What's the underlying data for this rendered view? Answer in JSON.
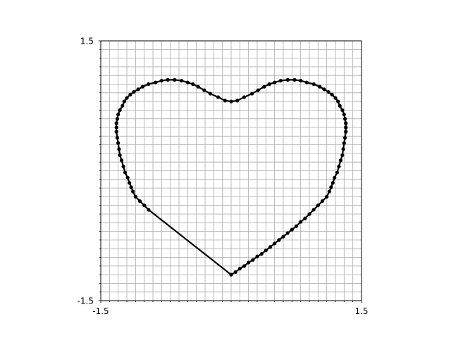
{
  "chart_data": {
    "type": "scatter",
    "title": "",
    "xlabel": "",
    "ylabel": "",
    "xlim": [
      -1.5,
      1.5
    ],
    "ylim": [
      -1.5,
      1.5
    ],
    "grid": true,
    "grid_minor_step": 0.1,
    "line_color": "#000000",
    "point_color": "#000000",
    "grid_color": "#aaaaaa",
    "tick_labels": {
      "x": [
        {
          "value": -1.5,
          "label": "-1.5"
        },
        {
          "value": 1.5,
          "label": "1.5"
        }
      ],
      "y": [
        {
          "value": -1.5,
          "label": "-1.5"
        },
        {
          "value": 1.5,
          "label": "1.5"
        }
      ]
    },
    "series": [
      {
        "connected": true,
        "closed": true,
        "point_count": 100,
        "x": [
          0,
          0.05,
          0.1,
          0.15,
          0.2,
          0.25,
          0.3,
          0.35,
          0.4,
          0.45,
          0.5,
          0.55,
          0.6,
          0.65,
          0.7,
          0.75,
          0.8,
          0.85,
          0.9,
          0.95,
          1.0,
          1.05,
          1.1,
          1.13,
          1.15,
          1.17,
          1.19,
          1.22,
          1.24,
          1.26,
          1.28,
          1.29,
          1.3,
          1.31,
          1.32,
          1.32,
          1.32,
          1.31,
          1.3,
          1.28,
          1.25,
          1.23,
          1.2,
          1.16,
          1.12,
          1.07,
          1.02,
          0.95,
          0.87,
          0.8,
          0.73,
          0.65,
          0.57,
          0.5,
          0.44,
          0.38,
          0.31,
          0.24,
          0.15,
          0.07,
          0,
          -0.07,
          -0.15,
          -0.24,
          -0.31,
          -0.38,
          -0.44,
          -0.5,
          -0.57,
          -0.65,
          -0.73,
          -0.8,
          -0.87,
          -0.95,
          -1.02,
          -1.07,
          -1.12,
          -1.16,
          -1.2,
          -1.23,
          -1.25,
          -1.28,
          -1.3,
          -1.31,
          -1.32,
          -1.32,
          -1.32,
          -1.31,
          -1.3,
          -1.29,
          -1.28,
          -1.26,
          -1.24,
          -1.22,
          -1.19,
          -1.17,
          -1.15,
          -1.13,
          -1.1,
          -1.05,
          -1.0,
          -0.95
        ],
        "y": [
          -1.2,
          -1.17,
          -1.13,
          -1.1,
          -1.06,
          -1.03,
          -0.99,
          -0.96,
          -0.92,
          -0.88,
          -0.84,
          -0.8,
          -0.76,
          -0.72,
          -0.68,
          -0.64,
          -0.59,
          -0.55,
          -0.5,
          -0.45,
          -0.4,
          -0.35,
          -0.3,
          -0.24,
          -0.19,
          -0.14,
          -0.08,
          -0.02,
          0.05,
          0.12,
          0.18,
          0.25,
          0.32,
          0.38,
          0.45,
          0.5,
          0.55,
          0.6,
          0.65,
          0.7,
          0.75,
          0.8,
          0.84,
          0.88,
          0.91,
          0.94,
          0.97,
          1.0,
          1.02,
          1.04,
          1.05,
          1.05,
          1.04,
          1.02,
          1.0,
          0.97,
          0.93,
          0.89,
          0.85,
          0.81,
          0.8,
          0.81,
          0.85,
          0.89,
          0.93,
          0.97,
          1.0,
          1.02,
          1.04,
          1.05,
          1.05,
          1.04,
          1.02,
          1.0,
          0.97,
          0.94,
          0.91,
          0.88,
          0.84,
          0.8,
          0.75,
          0.7,
          0.65,
          0.6,
          0.55,
          0.5,
          0.45,
          0.38,
          0.32,
          0.25,
          0.18,
          0.12,
          0.05,
          -0.02,
          -0.08,
          -0.14,
          -0.19,
          -0.24,
          -0.3,
          -0.35,
          -0.4,
          -0.45
        ]
      }
    ]
  }
}
